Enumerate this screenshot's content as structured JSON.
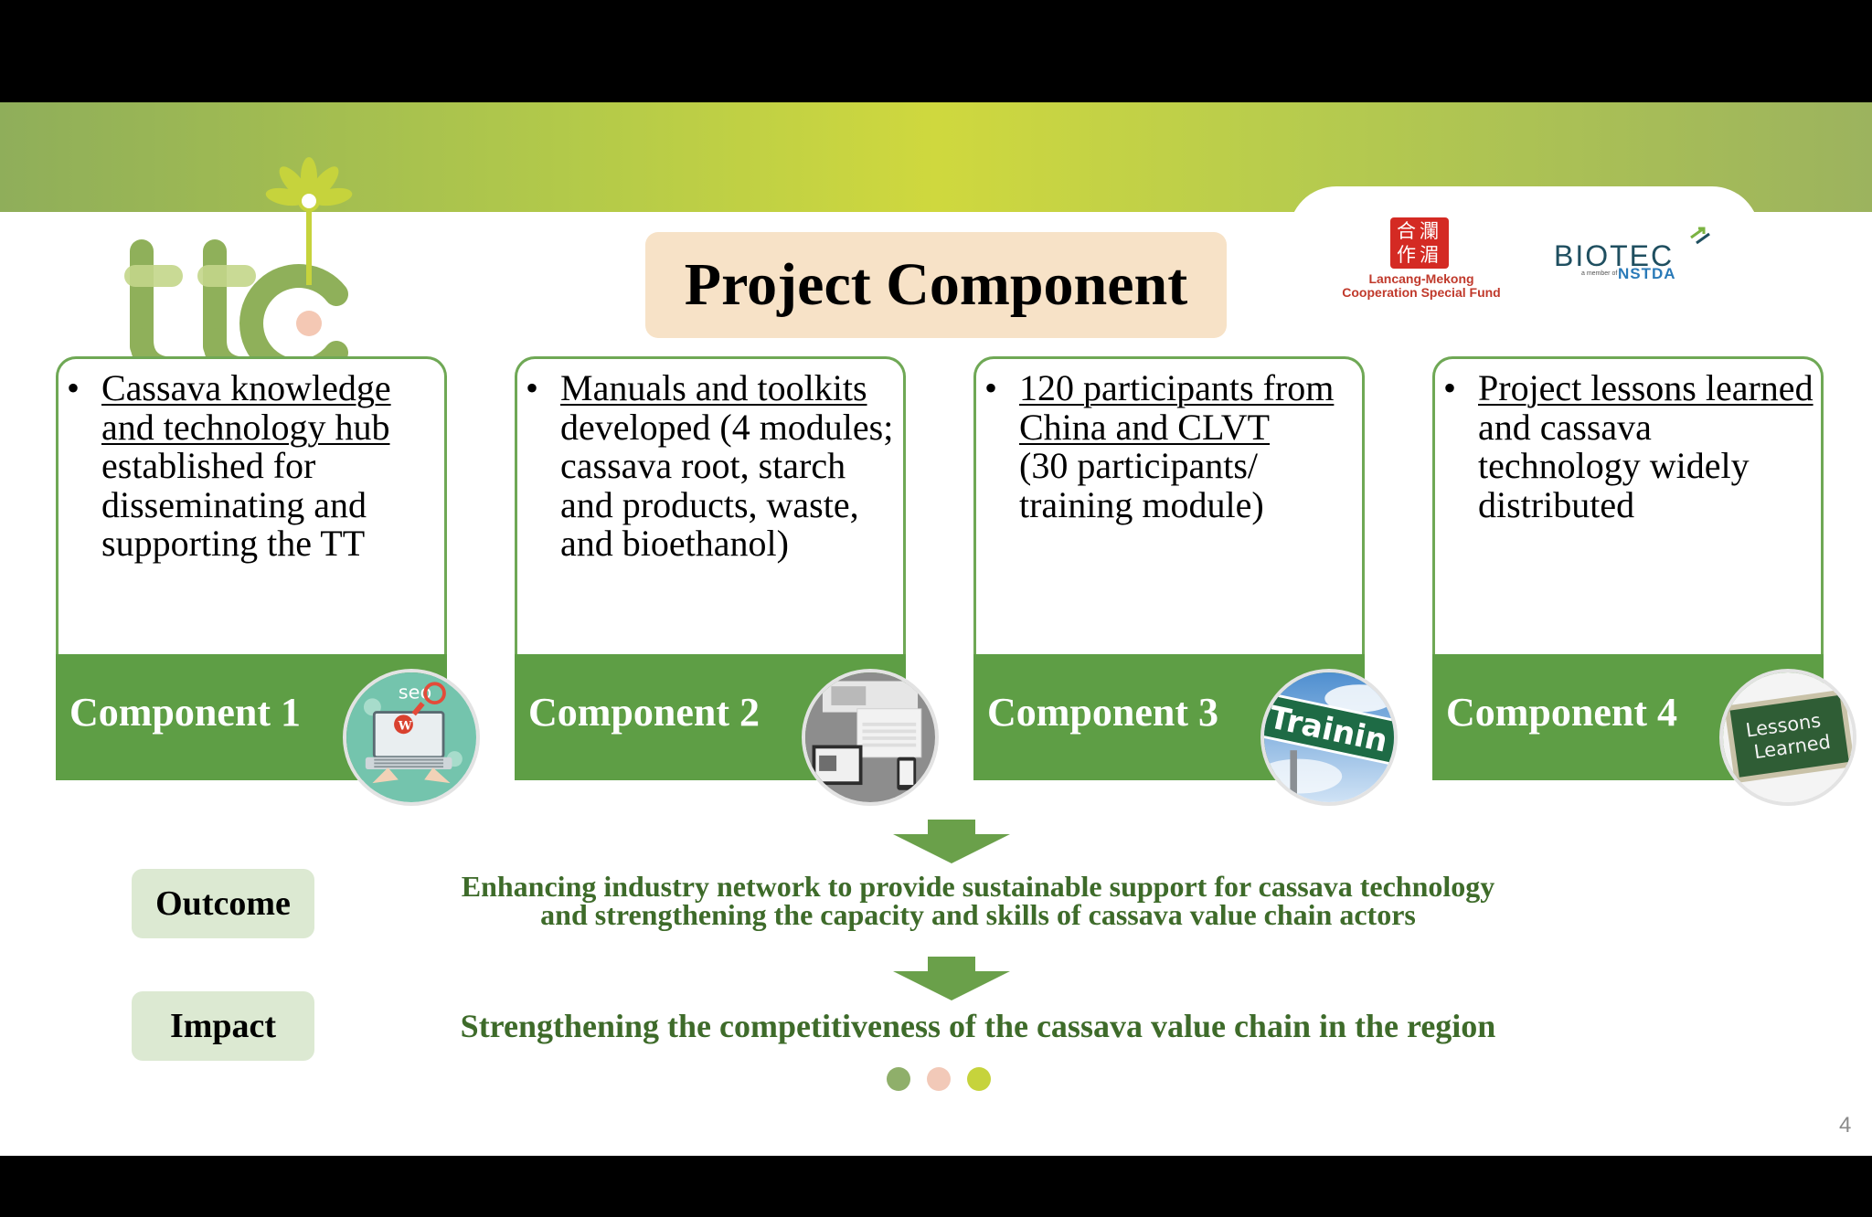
{
  "slide": {
    "title": "Project Component",
    "page_number": "4"
  },
  "logos": {
    "ttc": {
      "name": "ttc-logo"
    },
    "lancang_mekong": {
      "seal_chars": "合瀾 作湄",
      "line1": "Lancang-Mekong",
      "line2": "Cooperation Special Fund"
    },
    "biotec": {
      "word": "BIOTEC",
      "sub": "a member of",
      "nstda": "NSTDA"
    }
  },
  "components": [
    {
      "label": "Component 1",
      "text_underlined": "Cassava knowledge and technology hub",
      "text_rest": " established for disseminating and supporting the TT",
      "image_icon": "seo-laptop-icon",
      "image_text": "seo"
    },
    {
      "label": "Component 2",
      "text_underlined": "Manuals and toolkits",
      "text_rest": " developed (4 modules; cassava root, starch and products, waste, and bioethanol)",
      "image_icon": "devices-icon"
    },
    {
      "label": "Component 3",
      "text_underlined": "120 participants from China and CLVT",
      "text_rest": " (30 participants/ training module)",
      "image_icon": "training-sign-icon",
      "image_text": "Trainin"
    },
    {
      "label": "Component 4",
      "text_underlined": "Project lessons learned ",
      "text_rest": "and cassava technology widely distributed",
      "image_icon": "lessons-learned-icon",
      "image_text_1": "Lessons",
      "image_text_2": "Learned"
    }
  ],
  "outcome": {
    "tag": "Outcome",
    "line1": "Enhancing industry network to provide sustainable support for cassava technology",
    "line2": "and strengthening the capacity and skills of cassava value chain actors"
  },
  "impact": {
    "tag": "Impact",
    "text": "Strengthening the competitiveness of the cassava value chain in the region"
  },
  "colors": {
    "green": "#5e9e45",
    "dark_green_text": "#3e6b2a",
    "title_bg": "#f7e2c7",
    "tag_bg": "#dce9d2",
    "dot1": "#8faf6a",
    "dot2": "#f2c9b8",
    "dot3": "#c6d33c"
  }
}
